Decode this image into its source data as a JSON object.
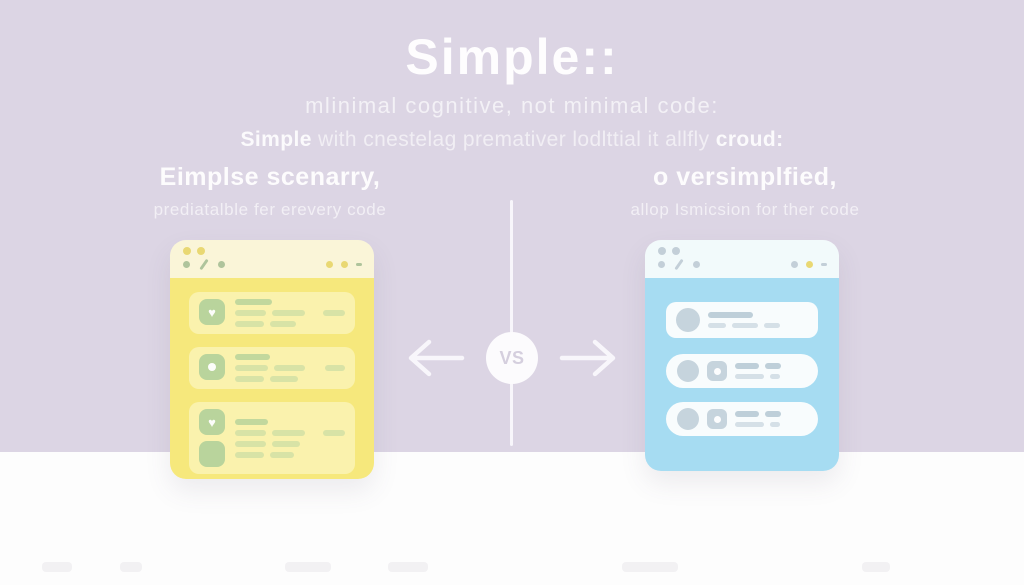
{
  "header": {
    "title": "Simple::",
    "subtitle": "mlinimal cognitive, not minimal code:",
    "tagline": {
      "lead": "Simple",
      "middle": " with cnestelag premativer lodlttial it allfly ",
      "tail": "croud:"
    }
  },
  "comparison": {
    "left": {
      "heading": "Eimplse scenarry,",
      "subheading": "prediatalble fer erevery code"
    },
    "right": {
      "heading": "o versimplfied,",
      "subheading": "allop Ismicsion for ther code"
    },
    "vs_label": "VS"
  },
  "cards": {
    "left": {
      "theme": "yellow",
      "rows": 3,
      "row_icons": [
        "heart",
        "dot",
        "heart+square"
      ]
    },
    "right": {
      "theme": "blue",
      "rows": 3,
      "row_icons": [
        "avatar",
        "avatar+square-dot",
        "avatar+square-dot"
      ]
    }
  },
  "icons": {
    "heart_glyph": "♥"
  },
  "colors": {
    "bg-top": "#dcd5e4",
    "bg-bottom": "#fdfdfd",
    "yellow-body": "#f6e87c",
    "yellow-header": "#faf5d8",
    "yellow-row": "#faf2ad",
    "green-icon": "#b9d49c",
    "green-bar": "#c2d89d",
    "green-bar-light": "#d8e3a6",
    "blue-body": "#a6dcf2",
    "blue-header": "#f2fafb",
    "blue-row": "#f8fcfd",
    "gray-icon": "#c6d4dd",
    "gray-bar": "#becfd9",
    "gray-bar-light": "#d5e0e7",
    "dot-yellow": "#e9d873",
    "dot-green": "#afc49c",
    "dot-gray": "#c3cfd8",
    "divider": "#f8f6fb",
    "vs-bg": "#fcfbfd",
    "vs-text": "#d5cfde"
  }
}
